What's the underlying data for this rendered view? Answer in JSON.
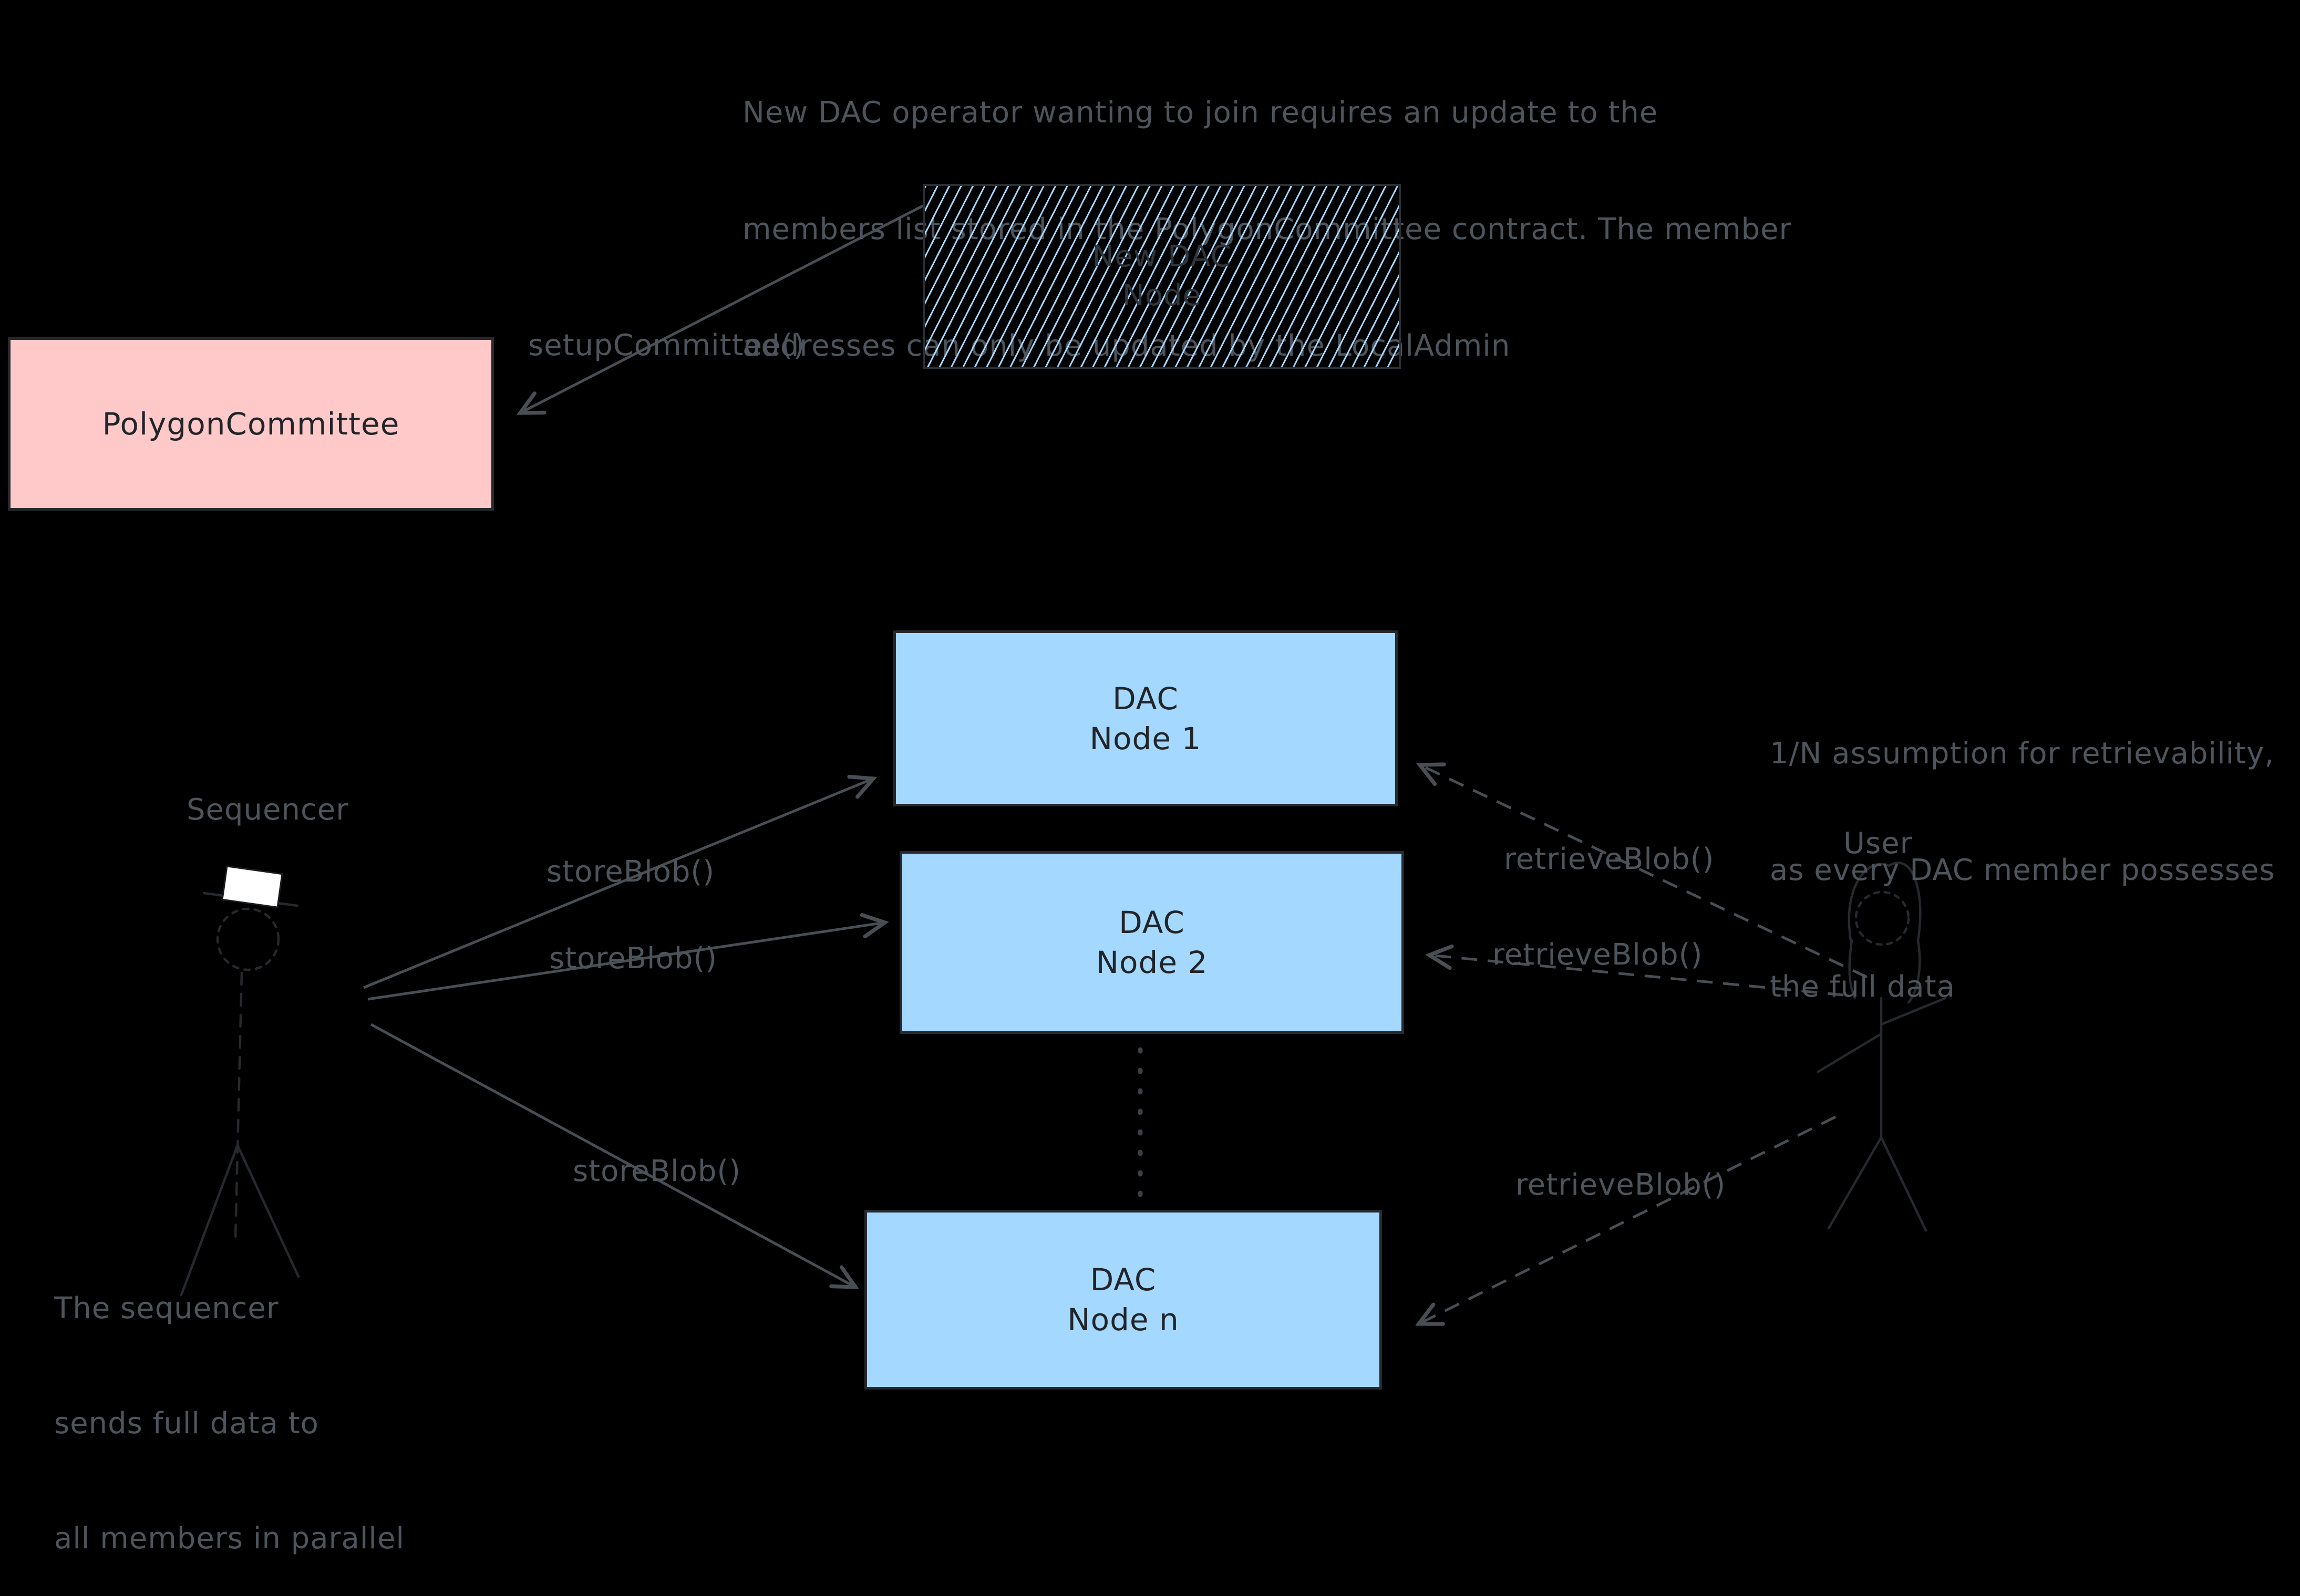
{
  "notes": {
    "top": [
      "New DAC operator wanting to join requires an update to the",
      "members list stored in the PolygonCommittee contract. The member",
      "addresses can only be updated by the LocalAdmin"
    ],
    "retrievability": [
      "1/N assumption for retrievability,",
      "as every DAC member possesses",
      "the full data"
    ],
    "sequencer": [
      "The sequencer",
      "sends full data to",
      "all members in parallel"
    ]
  },
  "actors": {
    "sequencer_label": "Sequencer",
    "user_label": "User"
  },
  "boxes": {
    "new_dac_node": {
      "line1": "New DAC",
      "line2": "Node"
    },
    "polygon_committee": {
      "label": "PolygonCommittee"
    },
    "dac_node_1": {
      "line1": "DAC",
      "line2": "Node 1"
    },
    "dac_node_2": {
      "line1": "DAC",
      "line2": "Node 2"
    },
    "dac_node_n": {
      "line1": "DAC",
      "line2": "Node n"
    }
  },
  "edges": {
    "setup_committee": "setupCommittee()",
    "store_blob_1": "storeBlob()",
    "store_blob_2": "storeBlob()",
    "store_blob_3": "storeBlob()",
    "retrieve_blob_1": "retrieveBlob()",
    "retrieve_blob_2": "retrieveBlob()",
    "retrieve_blob_3": "retrieveBlob()"
  },
  "colors": {
    "background": "#000000",
    "annotation_gray": "#4d545b",
    "stroke_gray": "#484e54",
    "box_border": "#26292d",
    "box_text": "#212529",
    "pink_fill": "#ffc9c9",
    "blue_fill": "#a5d8ff",
    "hatch_line": "#a5d8ff",
    "laptop_white": "#ffffff"
  }
}
